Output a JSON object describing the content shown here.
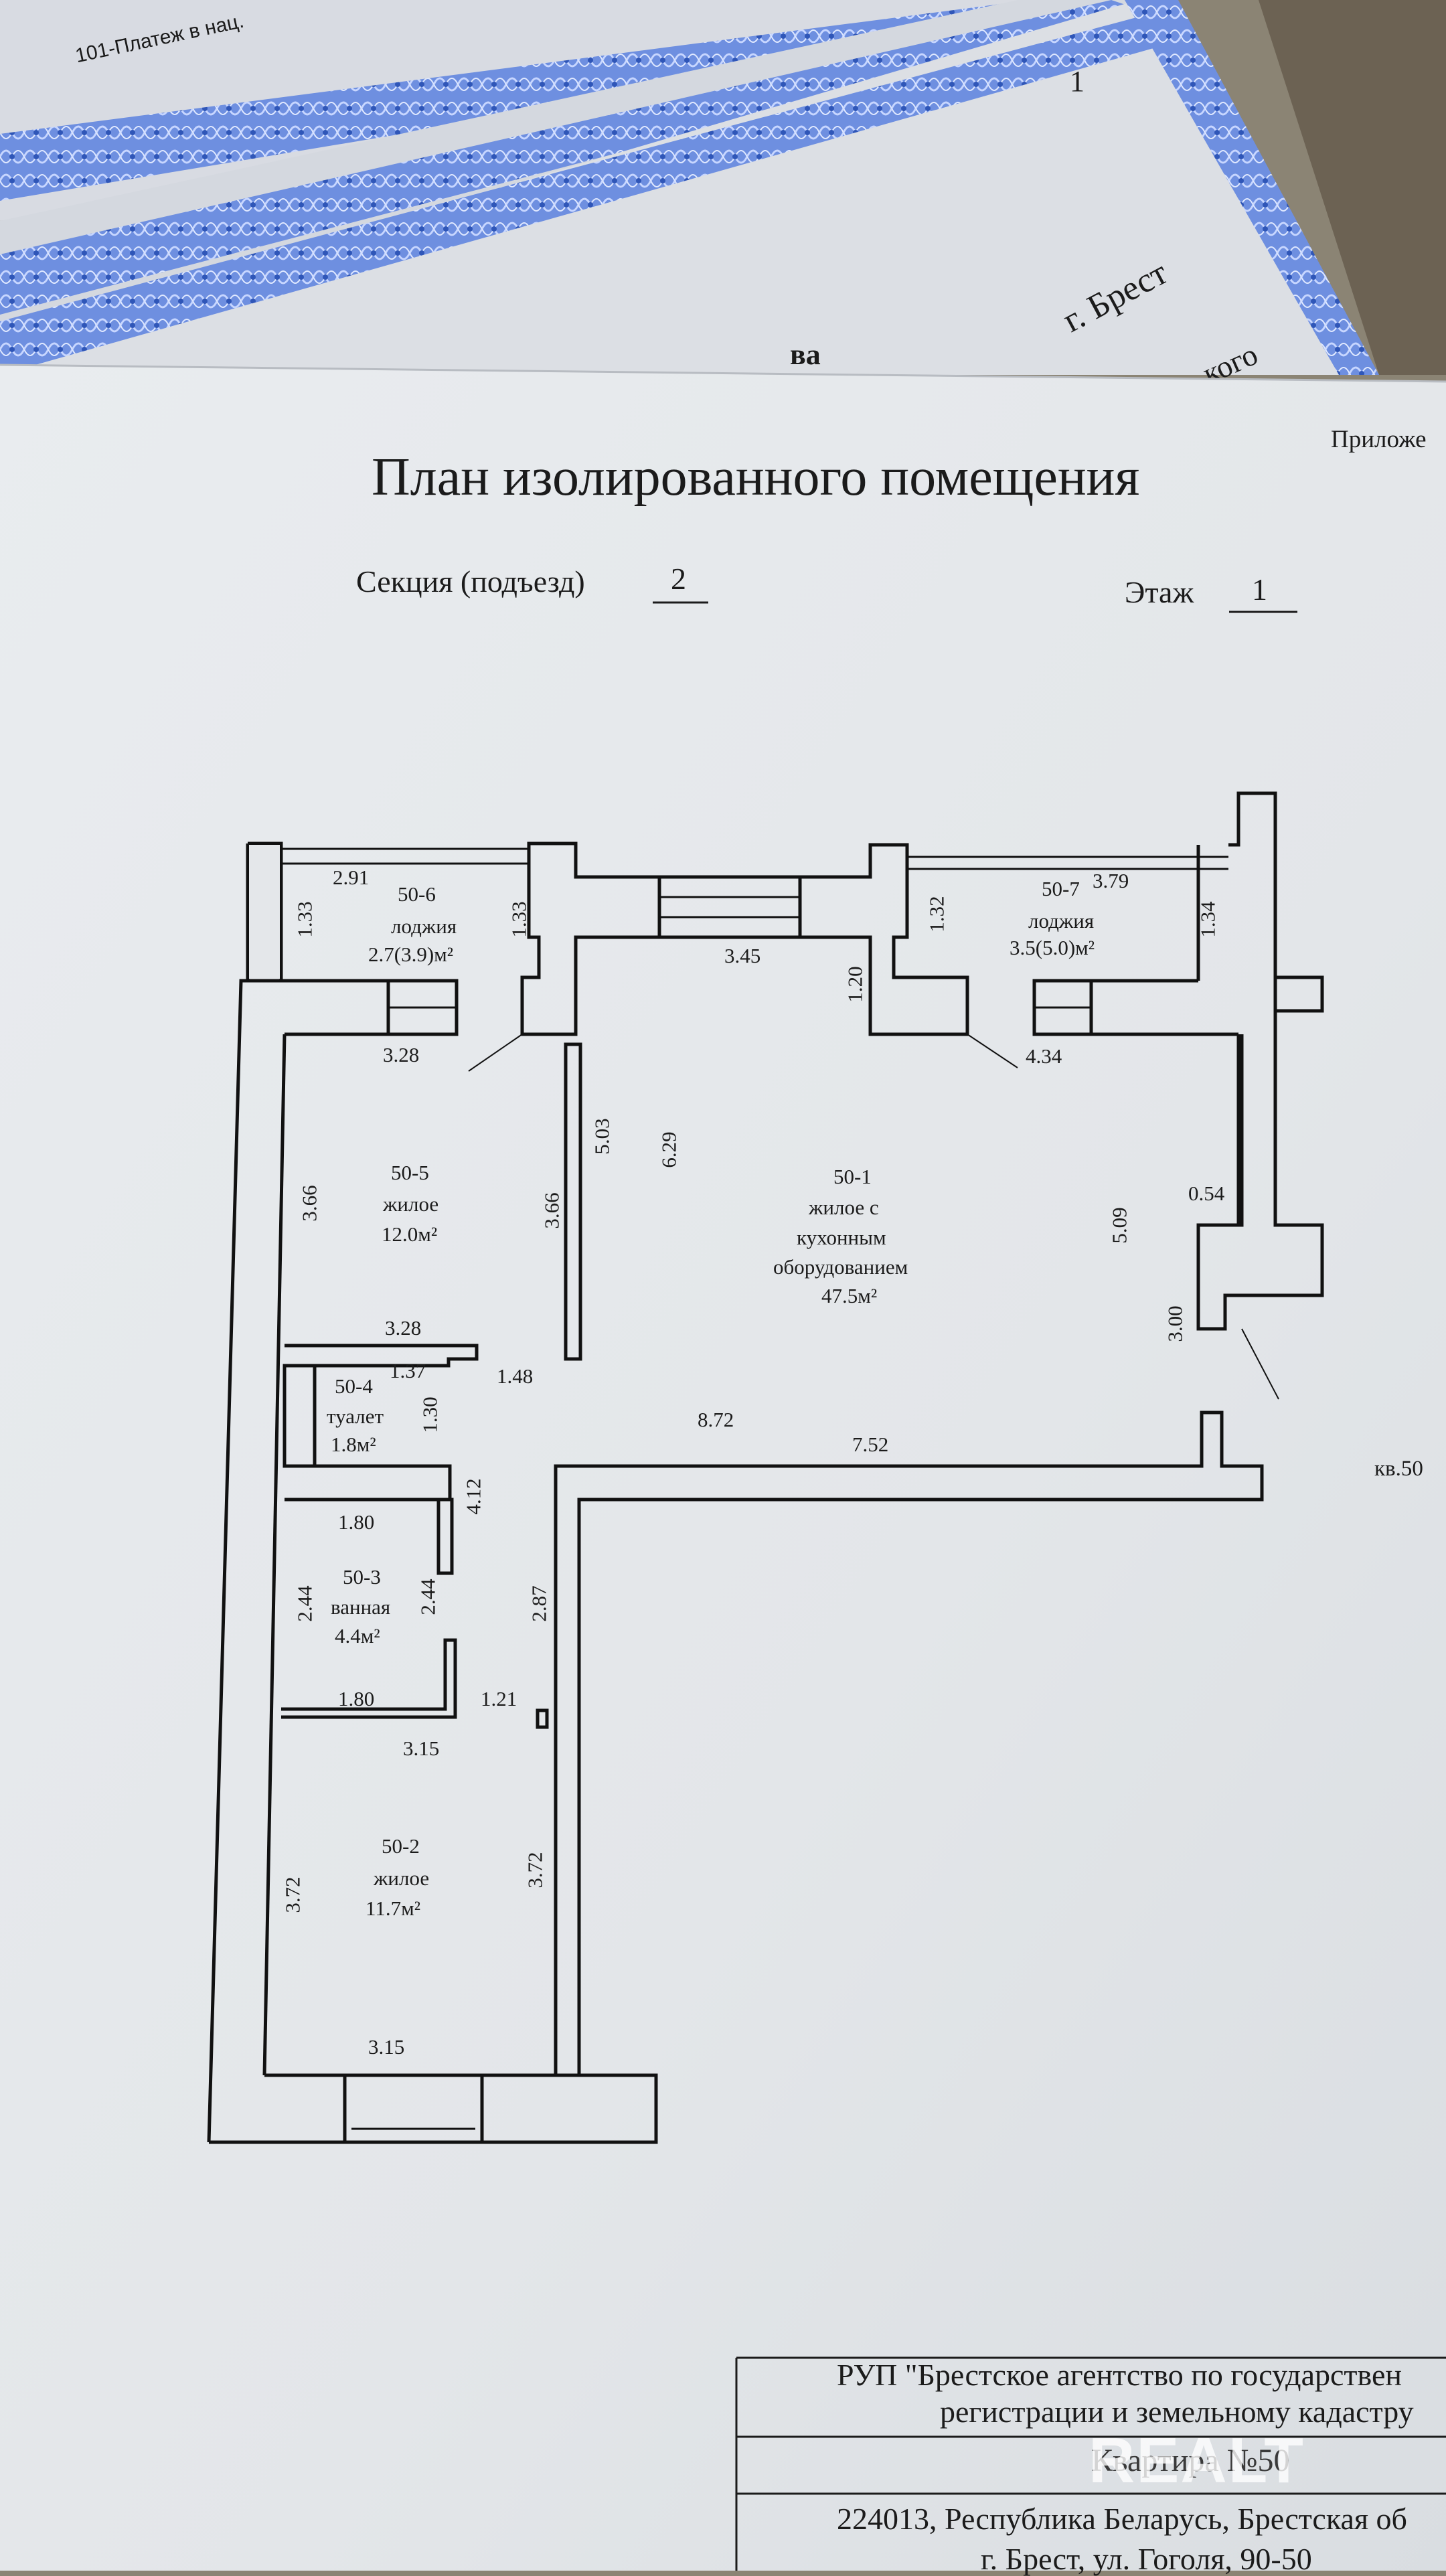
{
  "background_docs": {
    "sheet_top_label": "101-Платеж в нац.",
    "page_number": "1",
    "city_text": "г. Брест",
    "partial_text_left": "ва",
    "partial_text_right": "кого"
  },
  "header": {
    "appendix_fragment": "Приложе",
    "title": "План изолированного помещения",
    "section_label": "Секция (подъезд)",
    "section_value": "2",
    "floor_label": "Этаж",
    "floor_value": "1"
  },
  "rooms": [
    {
      "id": "50-6",
      "type": "лоджия",
      "area": "2.7(3.9)м²"
    },
    {
      "id": "50-7",
      "type": "лоджия",
      "area": "3.5(5.0)м²"
    },
    {
      "id": "50-5",
      "type": "жилое",
      "area": "12.0м²"
    },
    {
      "id": "50-1",
      "type_lines": [
        "жилое с",
        "кухонным",
        "оборудованием"
      ],
      "area": "47.5м²"
    },
    {
      "id": "50-4",
      "type": "туалет",
      "area": "1.8м²"
    },
    {
      "id": "50-3",
      "type": "ванная",
      "area": "4.4м²"
    },
    {
      "id": "50-2",
      "type": "жилое",
      "area": "11.7м²"
    }
  ],
  "dimensions": {
    "d_2_91": "2.91",
    "d_1_33a": "1.33",
    "d_1_33b": "1.33",
    "d_3_28a": "3.28",
    "d_3_45": "3.45",
    "d_1_20": "1.20",
    "d_1_32": "1.32",
    "d_3_79": "3.79",
    "d_1_34": "1.34",
    "d_4_34": "4.34",
    "d_5_03": "5.03",
    "d_6_29": "6.29",
    "d_3_66a": "3.66",
    "d_3_66b": "3.66",
    "d_5_09": "5.09",
    "d_0_54": "0.54",
    "d_3_00": "3.00",
    "d_3_28b": "3.28",
    "d_1_37": "1.37",
    "d_1_48": "1.48",
    "d_1_30": "1.30",
    "d_8_72": "8.72",
    "d_7_52": "7.52",
    "d_4_12": "4.12",
    "d_1_80a": "1.80",
    "d_2_44a": "2.44",
    "d_2_44b": "2.44",
    "d_2_87": "2.87",
    "d_1_80b": "1.80",
    "d_1_21": "1.21",
    "d_3_15a": "3.15",
    "d_3_72a": "3.72",
    "d_3_72b": "3.72",
    "d_3_15b": "3.15"
  },
  "apartment_label": "кв.50",
  "footer": {
    "org_line1": "РУП \"Брестское агентство по государствен",
    "org_line2": "регистрации и земельному кадастру",
    "apartment_line": "Квартира №50",
    "address_line1": "224013, Республика Беларусь, Брестская об",
    "address_line2": "г. Брест, ул. Гоголя, 90-50"
  },
  "watermark": "REALT",
  "colors": {
    "paper": "#e4e7ea",
    "ink": "#1b1b1b",
    "certificate_border": "#4a6fc9"
  }
}
